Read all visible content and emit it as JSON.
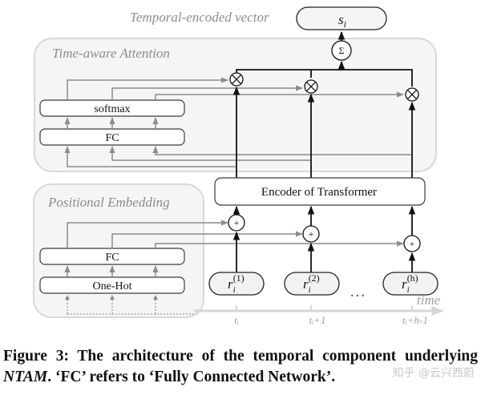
{
  "diagram": {
    "output_label": "Temporal-encoded vector",
    "output_node": {
      "base": "s",
      "sub": "i"
    },
    "sum_symbol": "Σ",
    "attention": {
      "title": "Time-aware Attention",
      "layers": [
        "softmax",
        "FC"
      ],
      "multiply_symbol": "⊗"
    },
    "positional": {
      "title": "Positional Embedding",
      "layers": [
        "FC",
        "One-Hot"
      ],
      "add_symbol": "+"
    },
    "encoder_label": "Encoder of Transformer",
    "inputs": [
      {
        "base": "r",
        "sub": "i",
        "sup": "(1)"
      },
      {
        "base": "r",
        "sub": "i",
        "sup": "(2)"
      },
      {
        "base": "r",
        "sub": "i",
        "sup": "(h)"
      }
    ],
    "ellipsis": "…",
    "axis": {
      "label": "time",
      "ticks": [
        "tᵢ",
        "tᵢ+1",
        "tᵢ+h-1"
      ]
    }
  },
  "caption": {
    "prefix": "Figure 3: The architecture of the temporal component underlying ",
    "model": "NTAM",
    "suffix": ". ‘FC’ refers to ‘Fully Connected Network’."
  },
  "watermark": "知乎 @云兴西蔚"
}
